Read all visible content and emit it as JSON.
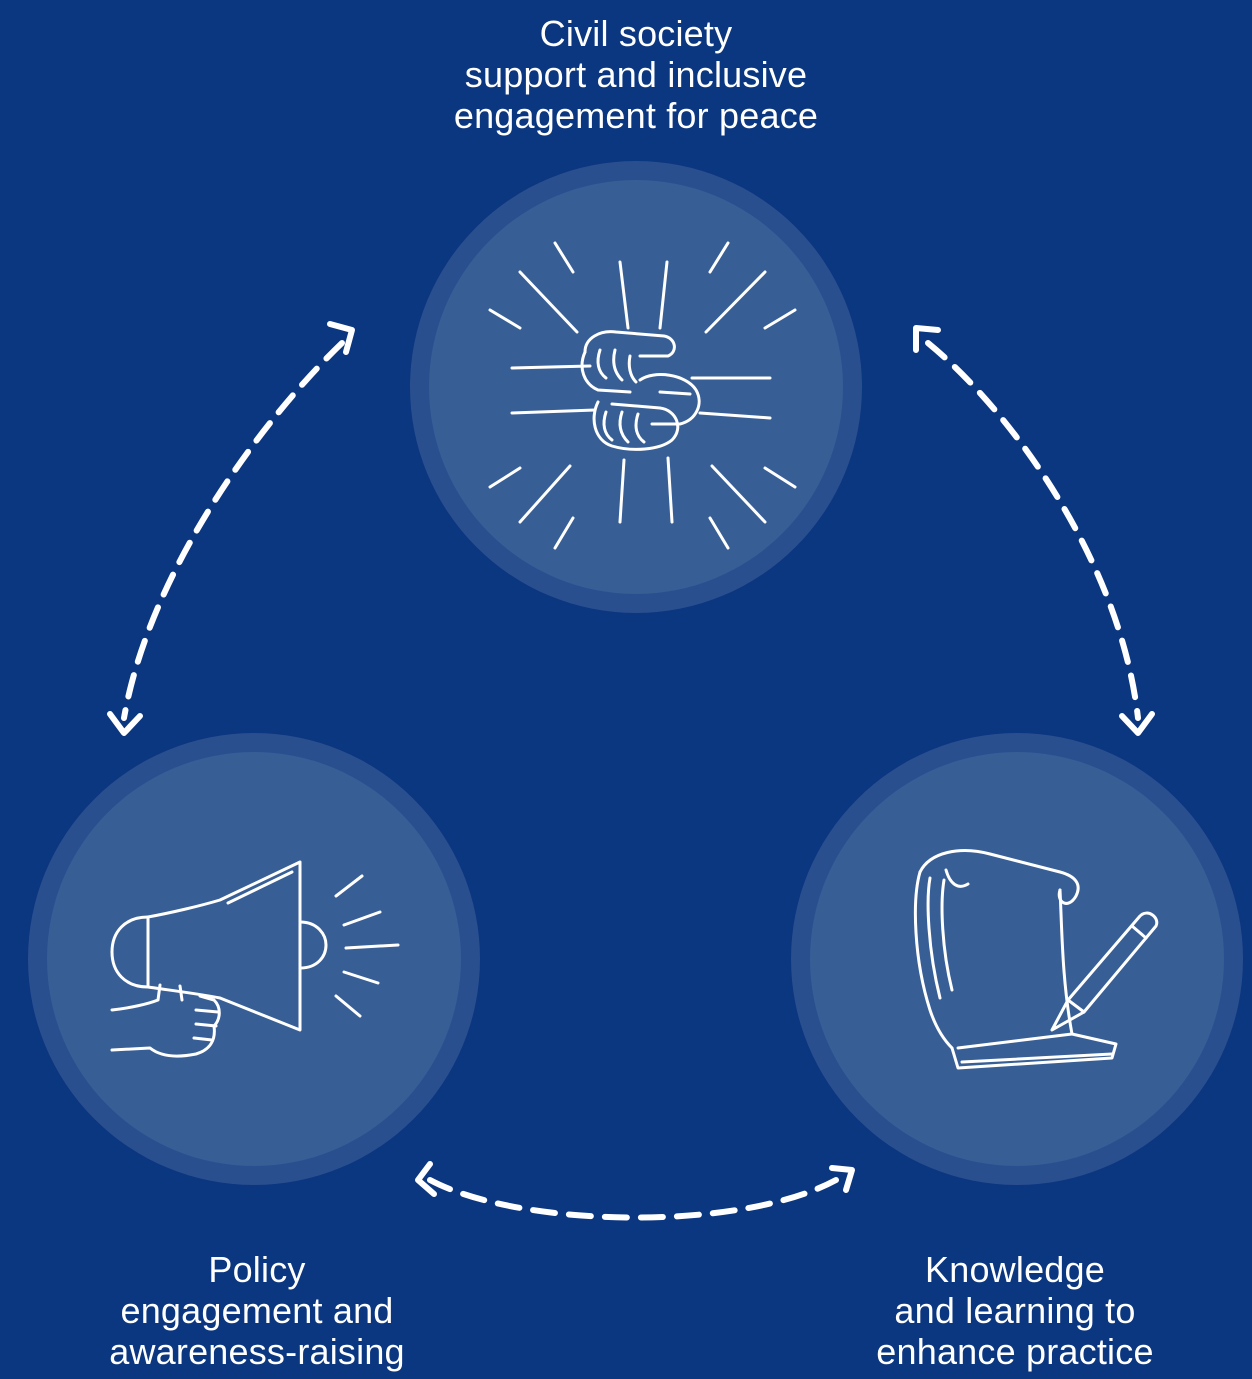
{
  "diagram": {
    "nodes": [
      {
        "id": "top",
        "lines": [
          "Civil society",
          "support and inclusive",
          "engagement for peace"
        ],
        "icon": "fist-bump-icon"
      },
      {
        "id": "left",
        "lines": [
          "Policy",
          "engagement and",
          "awareness-raising"
        ],
        "icon": "megaphone-icon"
      },
      {
        "id": "right",
        "lines": [
          "Knowledge",
          "and learning to",
          "enhance practice"
        ],
        "icon": "notepad-pencil-icon"
      }
    ],
    "connectors": [
      {
        "from": "top",
        "to": "left",
        "style": "dashed",
        "direction": "both"
      },
      {
        "from": "top",
        "to": "right",
        "style": "dashed",
        "direction": "both"
      },
      {
        "from": "left",
        "to": "right",
        "style": "dashed",
        "direction": "both"
      }
    ],
    "colors": {
      "background": "#0b3680",
      "outer_ring": "#2a4f8f",
      "inner_disc": "#385e96",
      "foreground": "#ffffff"
    }
  }
}
